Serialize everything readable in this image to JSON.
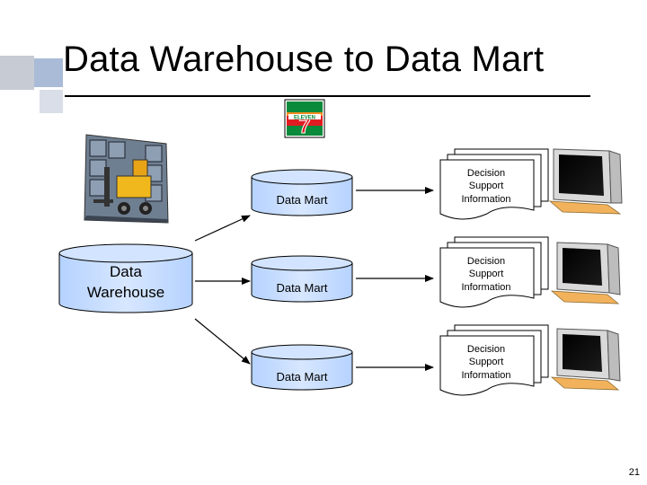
{
  "slide": {
    "title": "Data Warehouse to Data Mart",
    "page_number": "21"
  },
  "logo": {
    "text": "ELEVEN",
    "numeral": "7"
  },
  "warehouse": {
    "line1": "Data",
    "line2": "Warehouse"
  },
  "marts": [
    {
      "label": "Data Mart"
    },
    {
      "label": "Data Mart"
    },
    {
      "label": "Data Mart"
    }
  ],
  "dss": [
    {
      "line1": "Decision",
      "line2": "Support",
      "line3": "Information"
    },
    {
      "line1": "Decision",
      "line2": "Support",
      "line3": "Information"
    },
    {
      "line1": "Decision",
      "line2": "Support",
      "line3": "Information"
    }
  ],
  "icons": {
    "forklift": "warehouse-forklift-icon",
    "monitor": "computer-monitor-icon",
    "logo": "seven-eleven-logo-icon"
  },
  "colors": {
    "cylinder_fill": "#c6deff",
    "accent_blue": "#a9bbd7",
    "logo_green": "#0a8a3a",
    "logo_orange": "#f28b1e",
    "logo_red": "#e21b22"
  }
}
